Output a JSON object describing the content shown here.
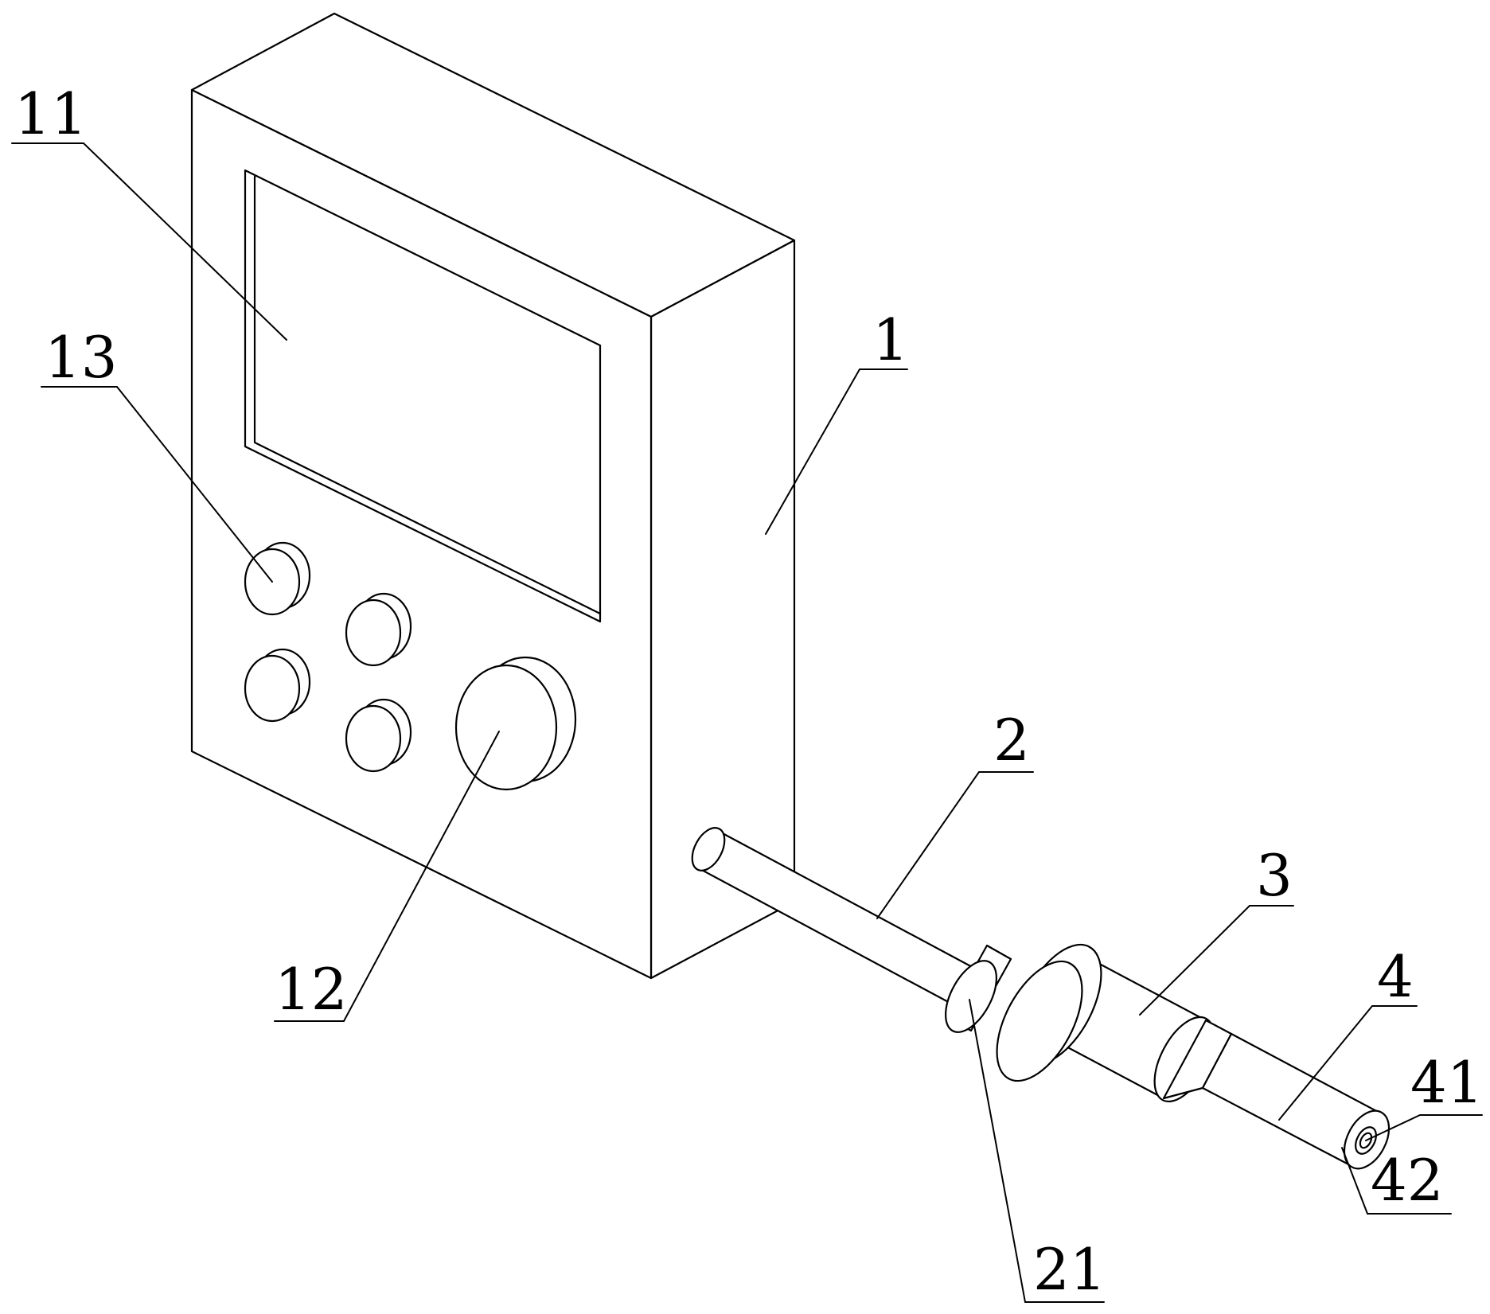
{
  "labels": {
    "housing": "1",
    "screen": "11",
    "knob": "12",
    "buttons": "13",
    "probe_rod": "2",
    "rod_step": "21",
    "sleeve": "3",
    "tip": "4",
    "tip_outer_ring": "41",
    "tip_bore": "42"
  }
}
